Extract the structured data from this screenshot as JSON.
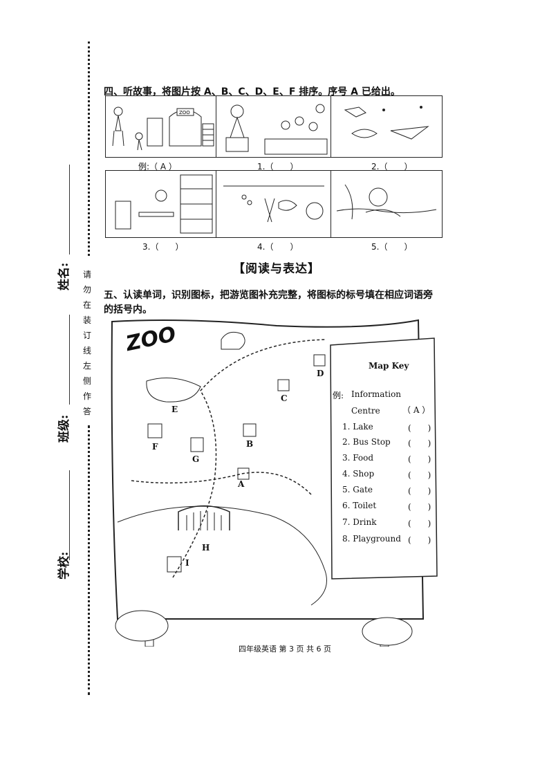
{
  "binder": {
    "school_label": "学校:",
    "class_label": "班级:",
    "name_label": "姓名:",
    "warning_chars": [
      "请",
      "勿",
      "在",
      "装",
      "订",
      "线",
      "左",
      "侧",
      "作",
      "答"
    ]
  },
  "section4": {
    "title": "四、听故事，将图片按 A、B、C、D、E、F 排序。序号 A 已给出。",
    "captions": [
      "例:（ A ）",
      "1.（　　）",
      "2.（　　）",
      "3.（　　）",
      "4.（　　）",
      "5.（　　）"
    ],
    "zoo_sign": "ZOO"
  },
  "reading_heading": "【阅读与表达】",
  "section5": {
    "title": "五、认读单词，识别图标，把游览图补充完整，将图标的标号填在相应词语旁的括号内。",
    "zoo_word": "ZOO",
    "map_letters": [
      "A",
      "B",
      "C",
      "D",
      "E",
      "F",
      "G",
      "H",
      "I"
    ],
    "map_key": {
      "title": "Map Key",
      "example_prefix": "例:",
      "example_line1": "Information",
      "example_line2": "Centre",
      "example_answer": "（ A ）",
      "items": [
        "1. Lake",
        "2. Bus Stop",
        "3. Food",
        "4. Shop",
        "5. Gate",
        "6. Toilet",
        "7. Drink",
        "8. Playground"
      ],
      "blank": "(　　)"
    }
  },
  "footer": "四年级英语  第 3 页  共 6 页"
}
